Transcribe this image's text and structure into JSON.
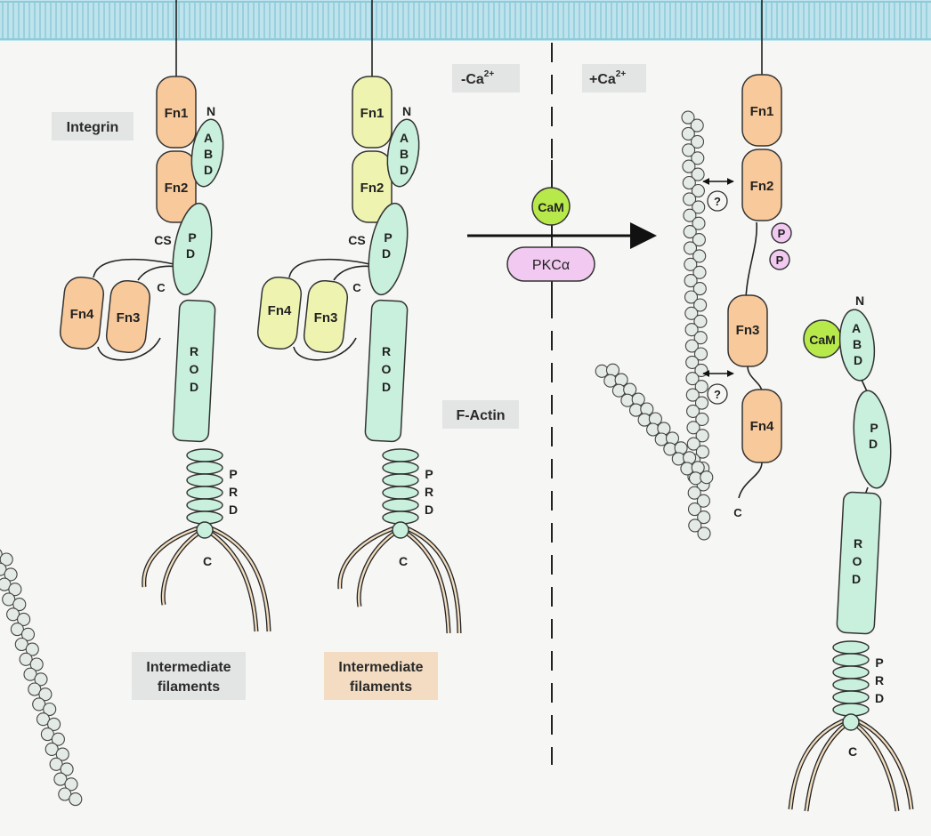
{
  "labels": {
    "integrin": "Integrin",
    "minus_ca": "-Ca",
    "plus_ca": "+Ca",
    "ca_superscript": "2+",
    "f_actin": "F-Actin",
    "intermediate_filaments_line1": "Intermediate",
    "intermediate_filaments_line2": "filaments",
    "cam": "CaM",
    "pkc": "PKCα",
    "question": "?",
    "phospho": "P",
    "terminus_n": "N",
    "terminus_c": "C",
    "cs": "CS"
  },
  "domains": {
    "fn1": "Fn1",
    "fn2": "Fn2",
    "fn3": "Fn3",
    "fn4": "Fn4",
    "abd": [
      "A",
      "B",
      "D"
    ],
    "pd": [
      "P",
      "D"
    ],
    "rod": [
      "R",
      "O",
      "D"
    ],
    "prd": [
      "P",
      "R",
      "D"
    ]
  },
  "colors": {
    "membrane": "#bfe3ec",
    "fn_orange": "#f8c99a",
    "fn_yellow": "#eef3b0",
    "plectin_body": "#c8f0dc",
    "cam": "#b8e94a",
    "pkc": "#f1c9f1",
    "phospho": "#f1c9f1",
    "actin_bead": "#e4ebe6",
    "filament": "#f0dcc0",
    "label_box_grey": "#e3e4e4",
    "label_box_tan": "#f3dcc2"
  }
}
